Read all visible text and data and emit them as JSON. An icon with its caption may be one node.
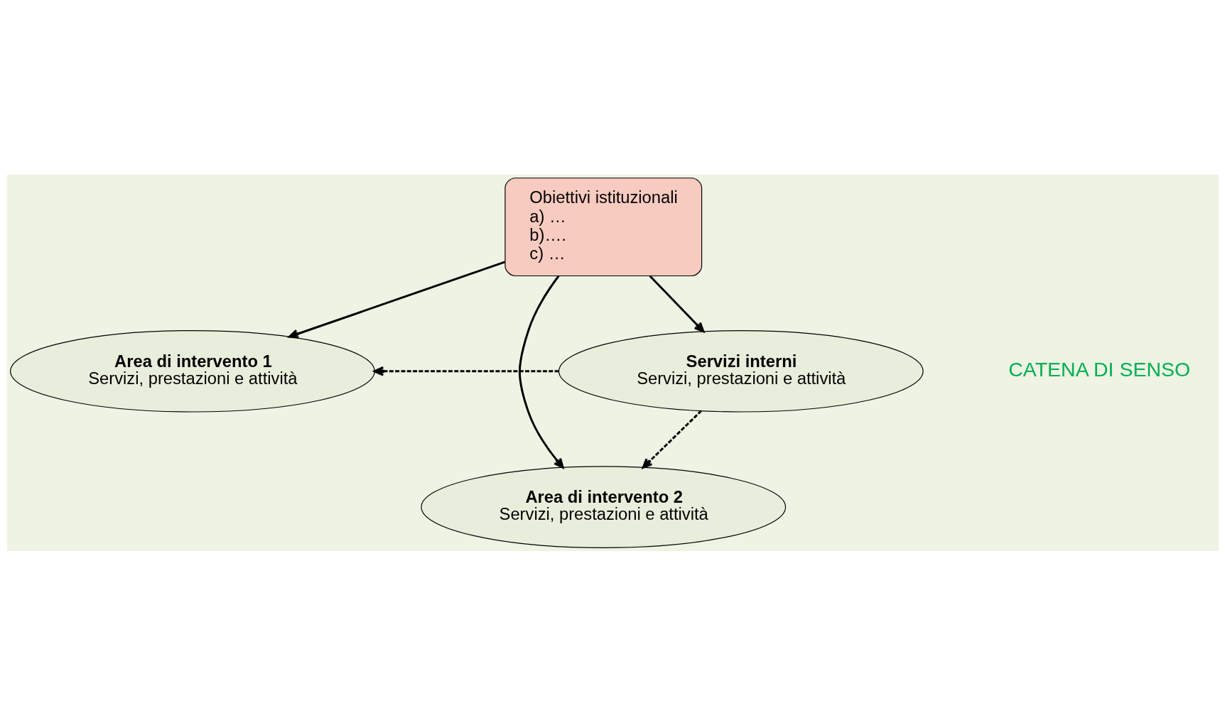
{
  "diagram": {
    "nodes": [
      {
        "text": [
          "Obiettivi istituzionali",
          "a) …",
          "b)….",
          "c) …"
        ]
      },
      {
        "text": [
          "Area di intervento 1",
          "Servizi, prestazioni e attività"
        ]
      },
      {
        "text": [
          "Area di intervento 2",
          "Servizi, prestazioni e attività"
        ]
      },
      {
        "text": [
          "Servizi interni",
          "Servizi, prestazioni e attività"
        ]
      }
    ],
    "edges": [
      {
        "from": 0,
        "to": 1,
        "arrow": "to"
      },
      {
        "from": 0,
        "to": 2,
        "arrow": "to"
      },
      {
        "from": 0,
        "to": 3,
        "arrow": "to"
      },
      {
        "from": 3,
        "to": 1,
        "arrow": "to",
        "style": "dashed"
      },
      {
        "from": 3,
        "to": 2,
        "arrow": "to",
        "style": "dashed"
      }
    ],
    "labels": [
      "CATENA DI SENSO"
    ]
  }
}
